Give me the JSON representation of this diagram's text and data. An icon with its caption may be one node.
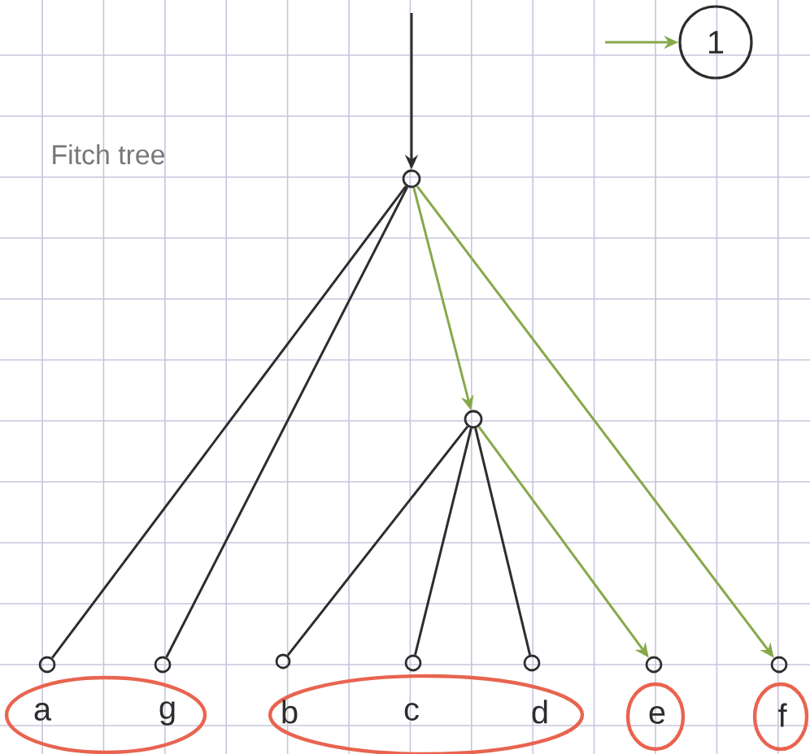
{
  "diagram": {
    "nodes": [
      {
        "text": [
          "1"
        ]
      },
      {
        "text": [],
        "shape": "circle"
      },
      {
        "text": [],
        "shape": "circle"
      },
      {
        "text": [],
        "shape": "circle"
      },
      {
        "text": [],
        "shape": "circle"
      },
      {
        "text": [],
        "shape": "circle"
      },
      {
        "text": [],
        "shape": "circle"
      },
      {
        "text": [],
        "shape": "circle"
      },
      {
        "text": [],
        "shape": "circle"
      },
      {
        "text": [],
        "shape": "circle"
      },
      {
        "text": [],
        "shape": "ellipse"
      },
      {
        "text": [],
        "shape": "ellipse"
      },
      {
        "text": [],
        "shape": "ellipse"
      },
      {
        "text": [],
        "shape": "ellipse"
      },
      {
        "text": [
          "a"
        ],
        "in": 10
      },
      {
        "text": [
          "g"
        ],
        "in": 10
      },
      {
        "text": [
          "b"
        ],
        "in": 11
      },
      {
        "text": [
          "c"
        ],
        "in": 11
      },
      {
        "text": [
          "d"
        ],
        "in": 11
      },
      {
        "text": [
          "e"
        ],
        "in": 12
      },
      {
        "text": [
          "f"
        ],
        "in": 13
      }
    ],
    "edges": [
      {
        "from": null,
        "to": 1,
        "arrow": "to"
      },
      {
        "from": null,
        "to": 0,
        "arrow": "to",
        "color": "#86a84a"
      },
      {
        "from": 1,
        "to": 3,
        "arrow": "none"
      },
      {
        "from": 1,
        "to": 4,
        "arrow": "none"
      },
      {
        "from": 1,
        "to": 2,
        "arrow": "to",
        "color": "#86a84a"
      },
      {
        "from": 1,
        "to": 9,
        "arrow": "to",
        "color": "#86a84a"
      },
      {
        "from": 2,
        "to": 5,
        "arrow": "none"
      },
      {
        "from": 2,
        "to": 6,
        "arrow": "none"
      },
      {
        "from": 2,
        "to": 7,
        "arrow": "none"
      },
      {
        "from": 2,
        "to": 8,
        "arrow": "to",
        "color": "#86a84a"
      }
    ],
    "labels": [
      "Fitch tree"
    ]
  }
}
